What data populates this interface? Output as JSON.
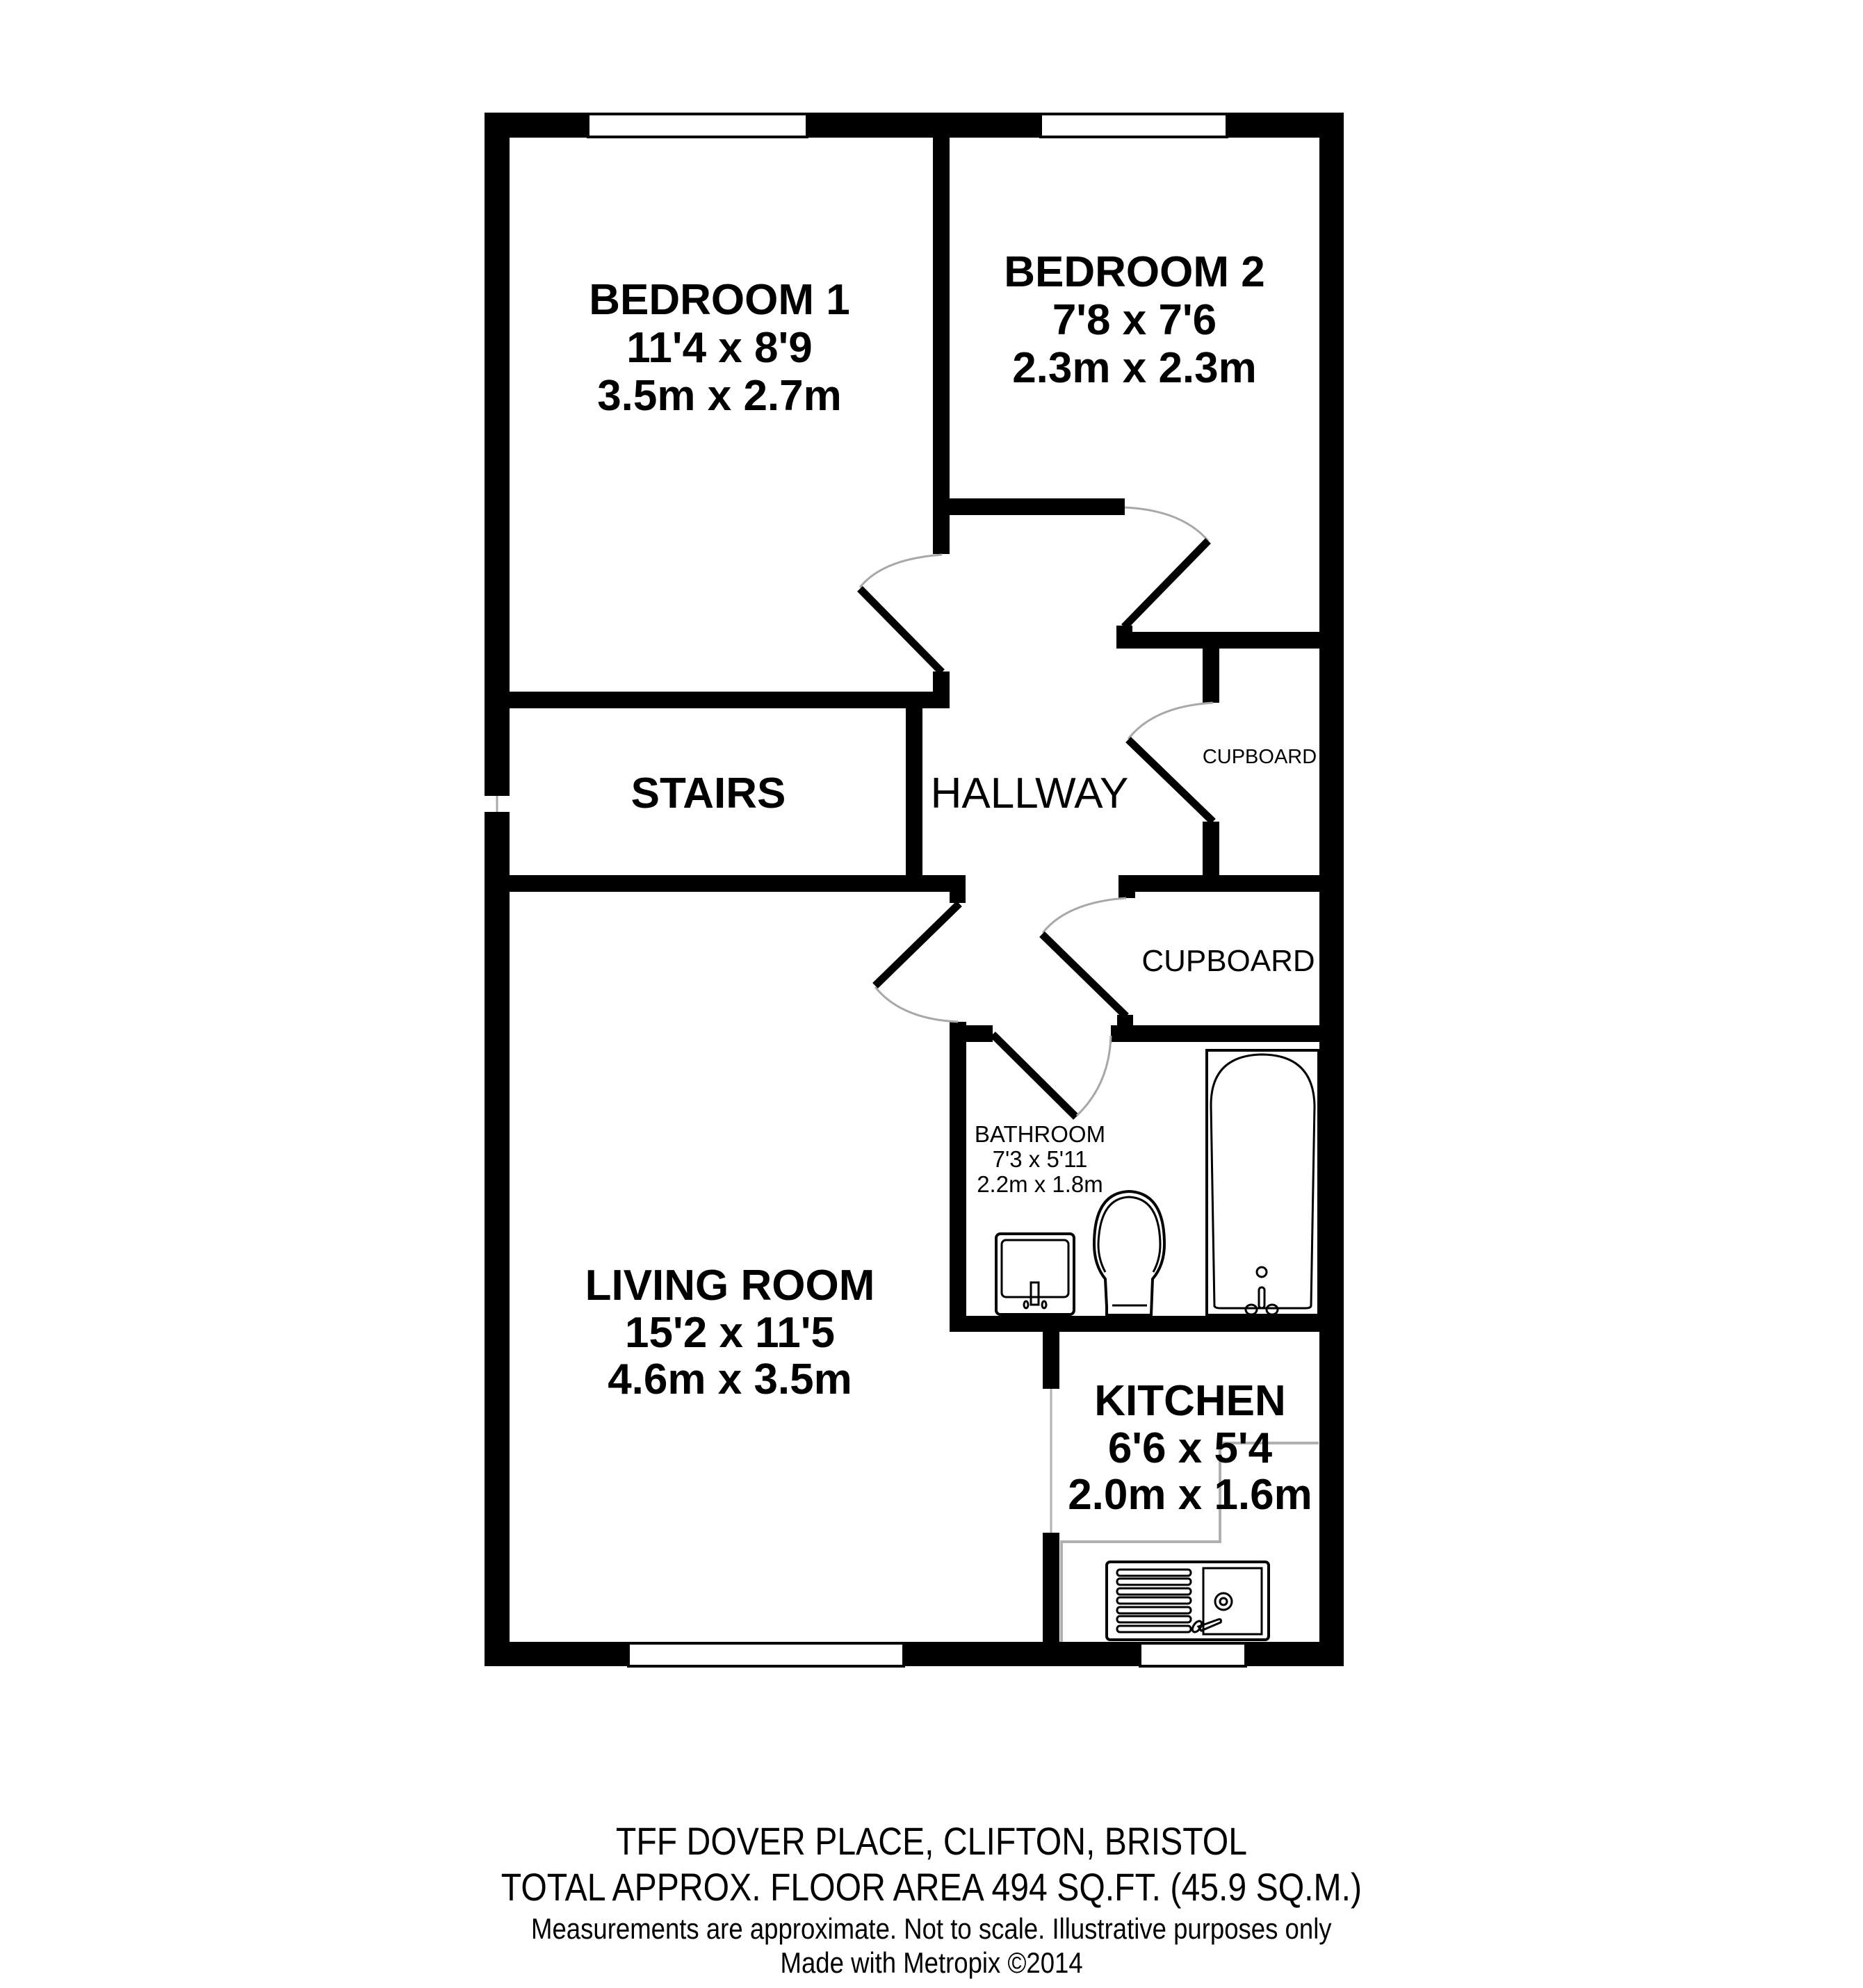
{
  "plan": {
    "rooms": {
      "bedroom1": {
        "name": "BEDROOM 1",
        "imperial": "11'4 x 8'9",
        "metric": "3.5m x 2.7m"
      },
      "bedroom2": {
        "name": "BEDROOM 2",
        "imperial": "7'8 x 7'6",
        "metric": "2.3m x 2.3m"
      },
      "stairs": {
        "name": "STAIRS"
      },
      "hallway": {
        "name": "HALLWAY"
      },
      "cupboard1": {
        "name": "CUPBOARD"
      },
      "cupboard2": {
        "name": "CUPBOARD"
      },
      "bathroom": {
        "name": "BATHROOM",
        "imperial": "7'3 x 5'11",
        "metric": "2.2m x 1.8m"
      },
      "living": {
        "name": "LIVING ROOM",
        "imperial": "15'2 x 11'5",
        "metric": "4.6m x 3.5m"
      },
      "kitchen": {
        "name": "KITCHEN",
        "imperial": "6'6 x 5'4",
        "metric": "2.0m x 1.6m"
      }
    },
    "colors": {
      "wall": "#000000",
      "door_arc": "#a8a8a8",
      "background": "#ffffff"
    }
  },
  "footer": {
    "address": "TFF  DOVER PLACE, CLIFTON, BRISTOL",
    "area": "TOTAL APPROX. FLOOR AREA 494 SQ.FT. (45.9 SQ.M.)",
    "disclaimer": "Measurements are approximate.  Not to scale.  Illustrative purposes only",
    "credit": "Made with Metropix ©2014"
  }
}
